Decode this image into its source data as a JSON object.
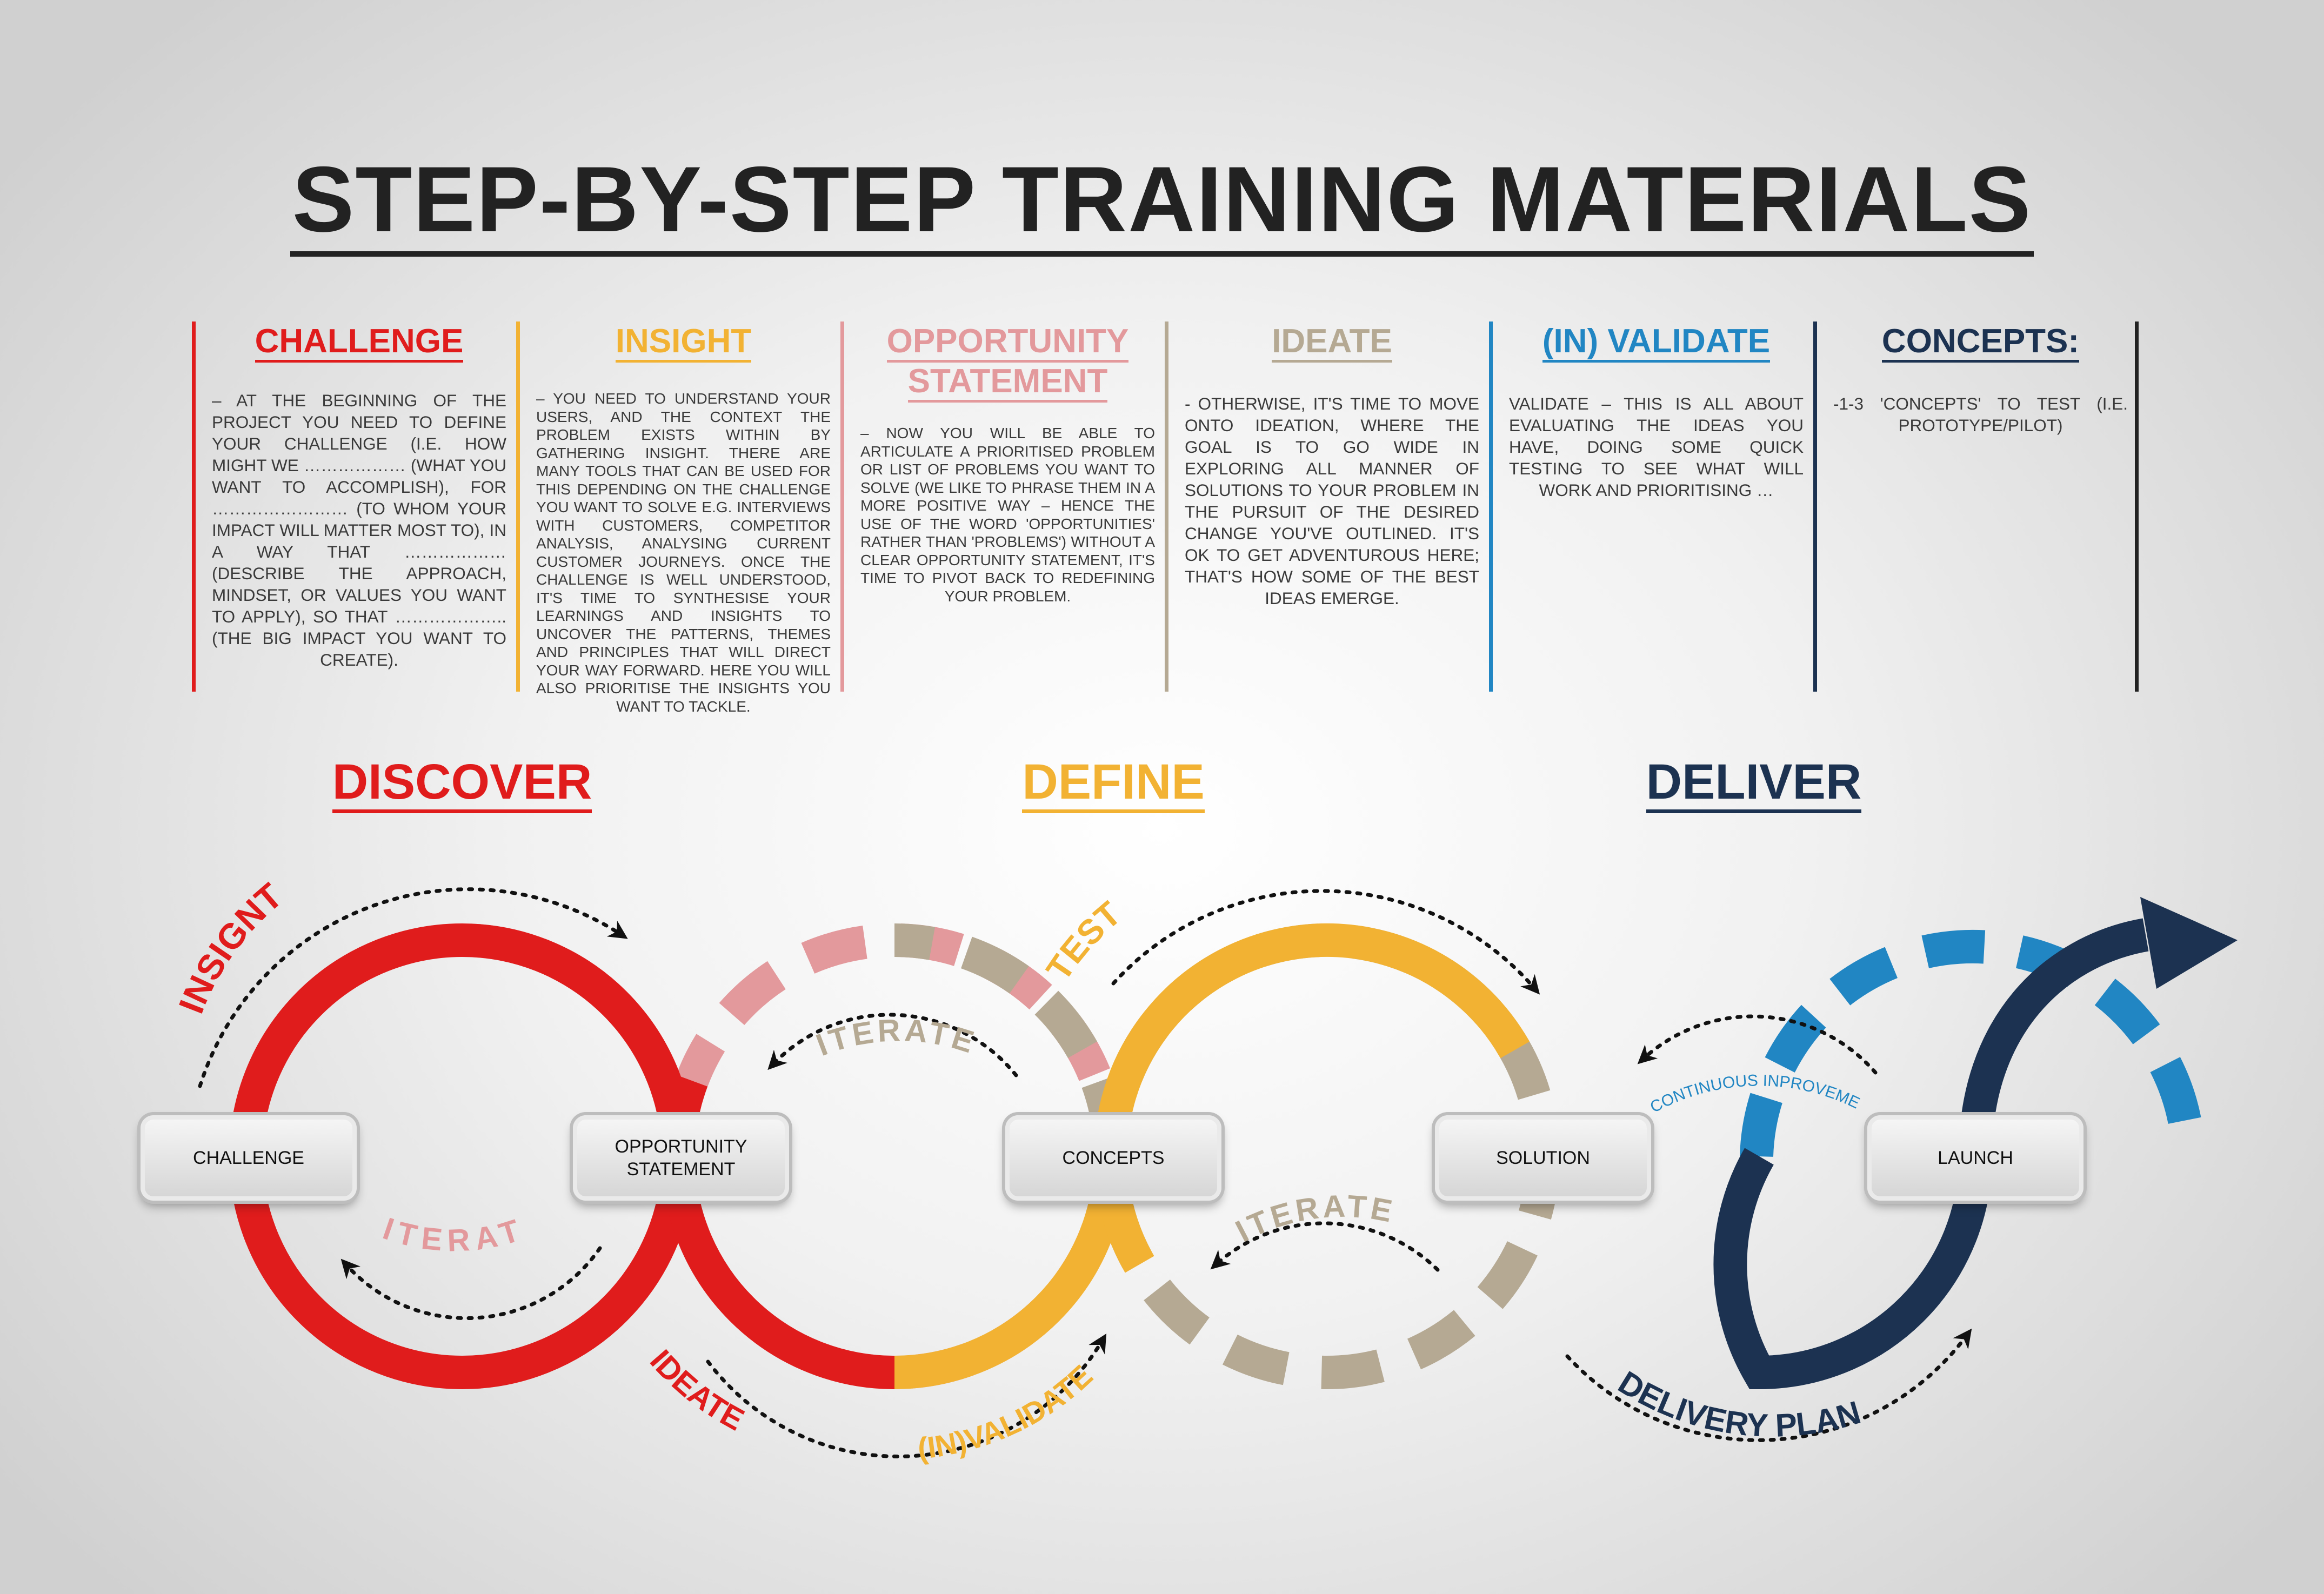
{
  "title": "STEP-BY-STEP TRAINING MATERIALS",
  "columns": [
    {
      "heading": "CHALLENGE",
      "color": "#e01c1c",
      "text": "– at the beginning of the project you need to define your challenge (i.e. How might we ……………… (what you want to accomplish), for …………………… (to whom your impact will matter most to), in a way that ……………… (describe the approach, mindset, or values you want to apply), so that ……………….. (the big impact you want to create)."
    },
    {
      "heading": "INSIGHT",
      "color": "#f2b233",
      "text": "– you need to understand your users, and the context the problem exists within by gathering insight. There are many tools that can be used for this depending on the challenge you want to solve e.g. interviews with customers, competitor analysis, analysing current customer journeys. Once the challenge is well understood, it's time to synthesise your learnings and insights to uncover the patterns, themes and principles that will direct your way forward. Here you will also prioritise the insights you want to tackle."
    },
    {
      "heading": "OPPORTUNITY STATEMENT",
      "color": "#e3999c",
      "text": "– now you will be able to articulate a prioritised problem or list of problems you want to solve (we like to phrase them in a more positive way – hence the use of the word 'opportunities' rather than 'problems') without a clear opportunity statement, it's time to pivot back to redefining your problem."
    },
    {
      "heading": "IDEATE",
      "color": "#b5a993",
      "text": "- Otherwise, it's time to move onto ideation, where the goal is to go wide in exploring all manner of solutions to your problem in the pursuit of the desired change you've outlined. It's OK to get adventurous here; that's how some of the best ideas emerge."
    },
    {
      "heading": "(IN) VALIDATE",
      "color": "#2186c3",
      "text": "Validate – this is all about evaluating the ideas you have, doing some quick testing to see what will work and prioritising …"
    },
    {
      "heading": "CONCEPTS:",
      "color": "#1c3251",
      "text": "-1-3 'concepts' to test (i.e. prototype/pilot)"
    }
  ],
  "phases": [
    {
      "label": "DISCOVER",
      "color": "#e01c1c"
    },
    {
      "label": "DEFINE",
      "color": "#f2b233"
    },
    {
      "label": "DELIVER",
      "color": "#1c3251"
    }
  ],
  "nodes": [
    {
      "label": "CHALLENGE"
    },
    {
      "label": "OPPORTUNITY STATEMENT"
    },
    {
      "label": "CONCEPTS"
    },
    {
      "label": "SOLUTION"
    },
    {
      "label": "LAUNCH"
    }
  ],
  "arc_labels": {
    "insight": "INSIGNT",
    "iterate_1": "ITERAT",
    "ideate": "IDEATE",
    "iterate_2": "ITERATE",
    "test": "TEST",
    "invalidate": "(IN)VALIDATE",
    "iterate_3": "ITERATE",
    "continuous": "CONTINUOUS INPROVEMENT",
    "delivery_plan": "DELIVERY PLAN"
  },
  "colors": {
    "red": "#e01c1c",
    "pink": "#e3999c",
    "yellow": "#f2b233",
    "beige": "#b5a993",
    "blue": "#2186c3",
    "navy": "#1c3251"
  }
}
